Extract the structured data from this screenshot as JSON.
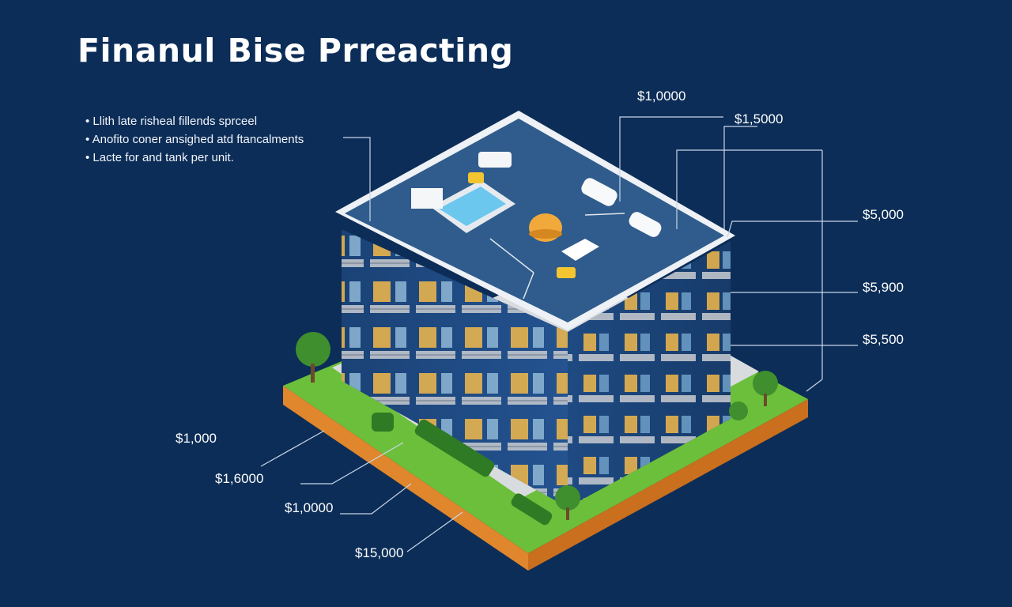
{
  "title": "Finanul Bise Prreacting",
  "bullets": [
    "Llith late risheal fillends sprceel",
    "Anofito coner ansighed atd ftancalments",
    "Lacte for and tank per unit."
  ],
  "price_labels": {
    "top_1": "$1,0000",
    "top_2": "$1,5000",
    "right_1": "$5,000",
    "right_2": "$5,900",
    "right_3": "$5,500",
    "left_1": "$1,000",
    "left_2": "$1,6000",
    "left_3": "$1,0000",
    "left_4": "$15,000"
  },
  "colors": {
    "background": "#0c2d57",
    "building_wall": "#1d4a80",
    "roof": "#2f5c8c",
    "window_light": "#f3b94a",
    "grass": "#6cbf3a",
    "ground_side": "#e0862c",
    "leader_line": "#c8d6e8"
  }
}
